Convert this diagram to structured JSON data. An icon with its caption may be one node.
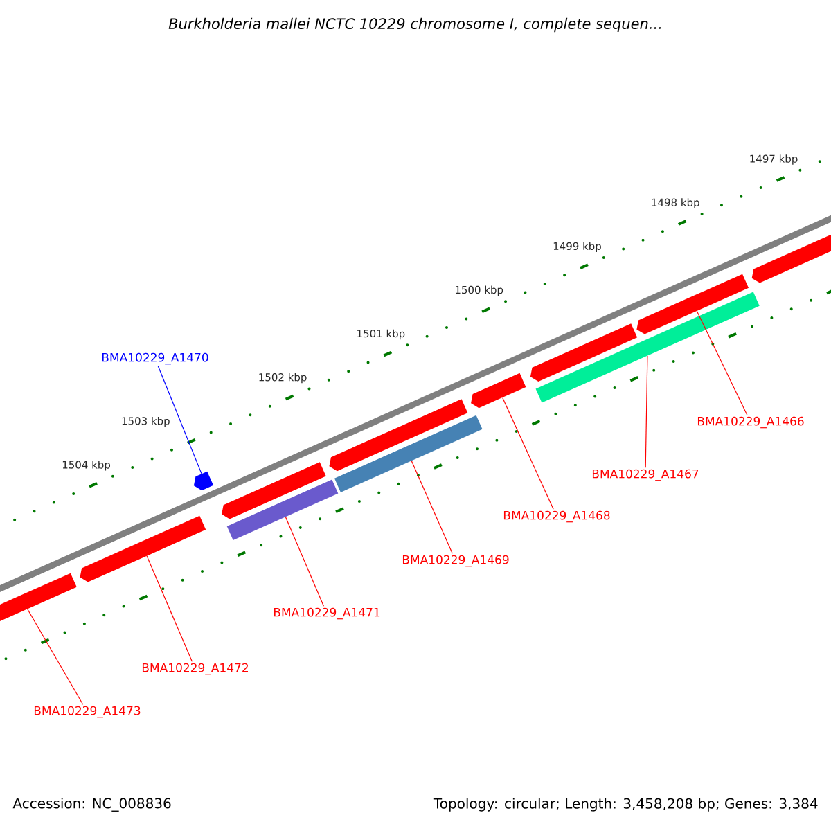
{
  "diagram": {
    "title": "Burkholderia mallei NCTC 10229 chromosome I, complete sequen...",
    "nodes": [
      {
        "text": [],
        "shape": "arrow"
      },
      {
        "text": [],
        "shape": "arrow"
      },
      {
        "text": [],
        "shape": "arrow"
      },
      {
        "text": [],
        "shape": "arrow"
      },
      {
        "text": [],
        "shape": "bar"
      },
      {
        "text": [],
        "shape": "arrow"
      },
      {
        "text": [],
        "shape": "bar"
      },
      {
        "text": [],
        "shape": "arrow"
      },
      {
        "text": [],
        "shape": "arrow"
      },
      {
        "text": [],
        "shape": "bar"
      },
      {
        "text": [],
        "shape": "arrow"
      },
      {
        "text": [],
        "shape": "arrow"
      },
      {
        "text": [
          "BMA10229_A1470"
        ]
      },
      {
        "text": [
          "BMA10229_A1473"
        ]
      },
      {
        "text": [
          "BMA10229_A1472"
        ]
      },
      {
        "text": [
          "BMA10229_A1471"
        ]
      },
      {
        "text": [
          "BMA10229_A1469"
        ]
      },
      {
        "text": [
          "BMA10229_A1468"
        ]
      },
      {
        "text": [
          "BMA10229_A1467"
        ]
      },
      {
        "text": [
          "BMA10229_A1466"
        ]
      }
    ],
    "edges": [
      {
        "from": 12,
        "to": 2,
        "arrow": "none",
        "color": "#0000ff"
      },
      {
        "from": 13,
        "to": 0,
        "arrow": "none"
      },
      {
        "from": 14,
        "to": 1,
        "arrow": "none"
      },
      {
        "from": 15,
        "to": 4,
        "arrow": "none"
      },
      {
        "from": 16,
        "to": 6,
        "arrow": "none"
      },
      {
        "from": 17,
        "to": 7,
        "arrow": "none"
      },
      {
        "from": 18,
        "to": 9,
        "arrow": "none"
      },
      {
        "from": 19,
        "to": 10,
        "arrow": "none"
      }
    ],
    "labels": [
      "1497 kbp",
      "1498 kbp",
      "1499 kbp",
      "1500 kbp",
      "1501 kbp",
      "1502 kbp",
      "1503 kbp",
      "1504 kbp",
      "Accession: NC_008836",
      "Topology: circular; Length: 3,458,208 bp; Genes: 3,384"
    ]
  }
}
